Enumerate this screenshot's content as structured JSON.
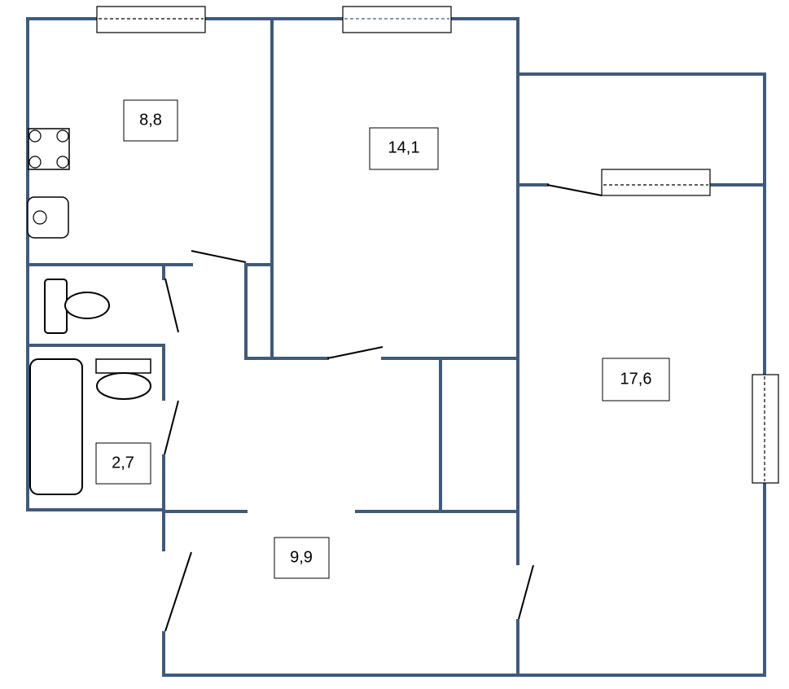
{
  "plan": {
    "rooms": [
      {
        "id": "kitchen",
        "area": "8,8"
      },
      {
        "id": "room-middle",
        "area": "14,1"
      },
      {
        "id": "room-right",
        "area": "17,6"
      },
      {
        "id": "bathroom",
        "area": "2,7"
      },
      {
        "id": "hallway",
        "area": "9,9"
      }
    ],
    "colors": {
      "wall": "#3f5a7a",
      "door": "#000000",
      "background": "#ffffff"
    }
  }
}
